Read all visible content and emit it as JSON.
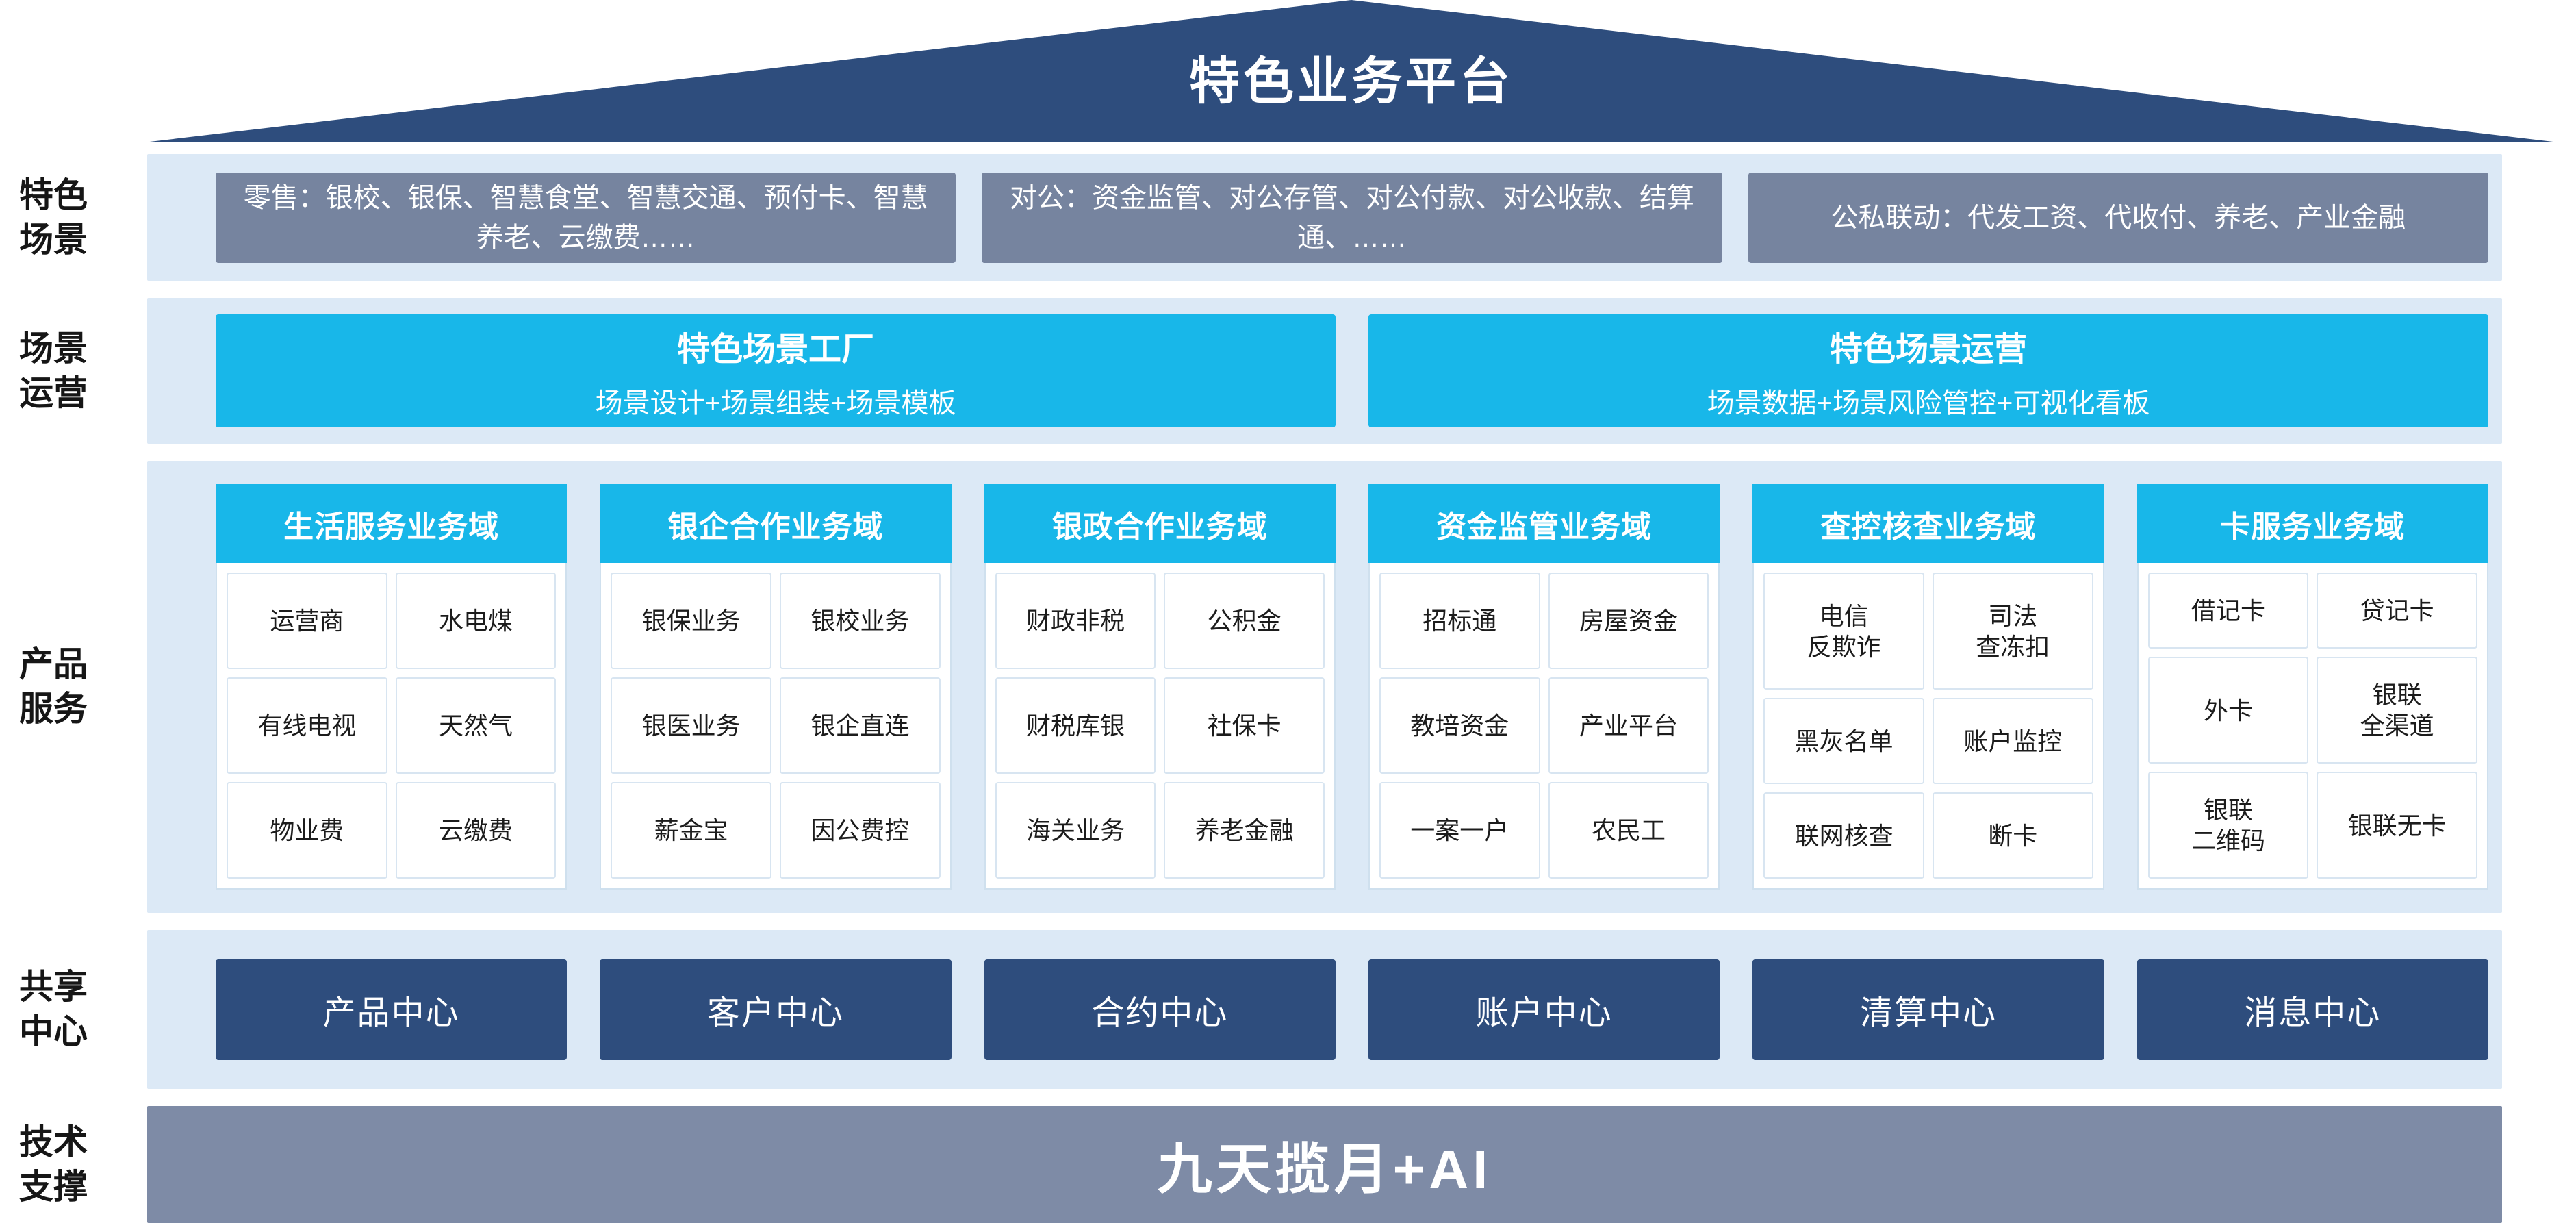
{
  "page": {
    "title": "特色业务平台",
    "tech_bar": "九天揽月+AI"
  },
  "colors": {
    "navy": "#2E4D7D",
    "band_blue": "#DCE9F6",
    "slate": "#76849F",
    "cyan": "#18B7E9",
    "bottom_gray": "#7E8BA6"
  },
  "side_labels": {
    "scenes": "特色场景",
    "operation": "场景运营",
    "products": "产品服务",
    "shared": "共享中心",
    "tech": "技术支撑"
  },
  "scenes": [
    {
      "text": "零售：银校、银保、智慧食堂、智慧交通、预付卡、智慧养老、云缴费……"
    },
    {
      "text": "对公：资金监管、对公存管、对公付款、对公收款、结算通、……"
    },
    {
      "text": "公私联动：代发工资、代收付、养老、产业金融"
    }
  ],
  "operation": [
    {
      "title": "特色场景工厂",
      "subtitle": "场景设计+场景组装+场景模板"
    },
    {
      "title": "特色场景运营",
      "subtitle": "场景数据+场景风险管控+可视化看板"
    }
  ],
  "product_domains": [
    {
      "title": "生活服务业务域",
      "items": [
        "运营商",
        "水电煤",
        "有线电视",
        "天然气",
        "物业费",
        "云缴费"
      ]
    },
    {
      "title": "银企合作业务域",
      "items": [
        "银保业务",
        "银校业务",
        "银医业务",
        "银企直连",
        "薪金宝",
        "因公费控"
      ]
    },
    {
      "title": "银政合作业务域",
      "items": [
        "财政非税",
        "公积金",
        "财税库银",
        "社保卡",
        "海关业务",
        "养老金融"
      ]
    },
    {
      "title": "资金监管业务域",
      "items": [
        "招标通",
        "房屋资金",
        "教培资金",
        "产业平台",
        "一案一户",
        "农民工"
      ]
    },
    {
      "title": "查控核查业务域",
      "items": [
        "电信\n反欺诈",
        "司法\n查冻扣",
        "黑灰名单",
        "账户监控",
        "联网核查",
        "断卡"
      ]
    },
    {
      "title": "卡服务业务域",
      "items": [
        "借记卡",
        "贷记卡",
        "外卡",
        "银联\n全渠道",
        "银联\n二维码",
        "银联无卡"
      ]
    }
  ],
  "shared_centers": [
    "产品中心",
    "客户中心",
    "合约中心",
    "账户中心",
    "清算中心",
    "消息中心"
  ]
}
